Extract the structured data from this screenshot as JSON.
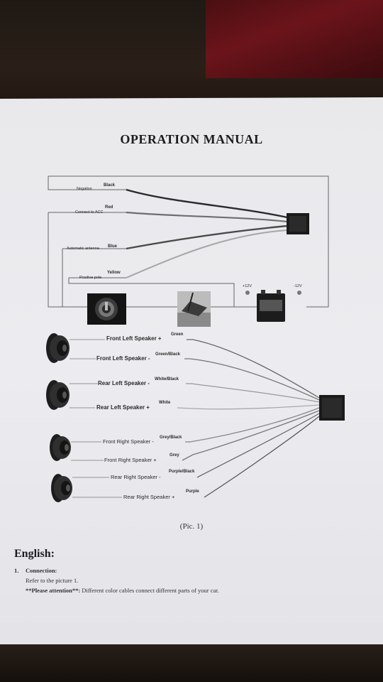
{
  "document": {
    "title": "OPERATION MANUAL",
    "caption": "(Pic. 1)",
    "section_heading": "English:",
    "item_number": "1.",
    "item_title": "Connection:",
    "item_text": "Refer to the picture 1.",
    "attention_label": "**Please attention**:",
    "attention_text": "Different color cables connect different parts of your car."
  },
  "power_wires": {
    "negative": {
      "label": "Negative",
      "color_label": "Black",
      "color": "#222222"
    },
    "acc": {
      "label": "Connect to ACC",
      "color_label": "Red",
      "color": "#777777"
    },
    "antenna": {
      "label": "Automatic antenna",
      "color_label": "Blue",
      "color": "#555555"
    },
    "positive": {
      "label": "Positive pole",
      "color_label": "Yellow",
      "color": "#aaaaaa"
    }
  },
  "battery": {
    "pos": "+12V",
    "neg": "-12V"
  },
  "speakers": [
    {
      "label": "Front Left Speaker +",
      "wire": "Green"
    },
    {
      "label": "Front Left Speaker -",
      "wire": "Green/Black"
    },
    {
      "label": "Rear Left Speaker -",
      "wire": "White/Black"
    },
    {
      "label": "Rear Left Speaker +",
      "wire": "White"
    },
    {
      "label": "Front Right Speaker -",
      "wire": "Grey/Black"
    },
    {
      "label": "Front Right Speaker +",
      "wire": "Grey"
    },
    {
      "label": "Rear Right Speaker -",
      "wire": "Purple/Black"
    },
    {
      "label": "Rear Right Speaker +",
      "wire": "Purple"
    }
  ]
}
